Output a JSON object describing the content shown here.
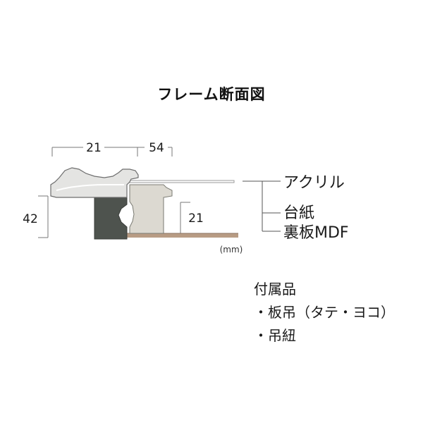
{
  "title": "フレーム断面図",
  "dimensions": {
    "top_left": "21",
    "top_right": "54",
    "height_left": "42",
    "height_right": "21",
    "unit_note": "(mm)"
  },
  "layer_labels": [
    "アクリル",
    "台紙",
    "裏板MDF"
  ],
  "accessories": {
    "heading": "付属品",
    "items": [
      "・板吊（タテ・ヨコ）",
      "・吊紐"
    ]
  },
  "colors": {
    "frame_face": "#e4e4e2",
    "frame_outline": "#6e6e6e",
    "frame_back": "#4e534e",
    "inner_frame": "#dcd9d1",
    "mdf_board": "#b89c84",
    "acrylic_line": "#9a9a9a"
  }
}
